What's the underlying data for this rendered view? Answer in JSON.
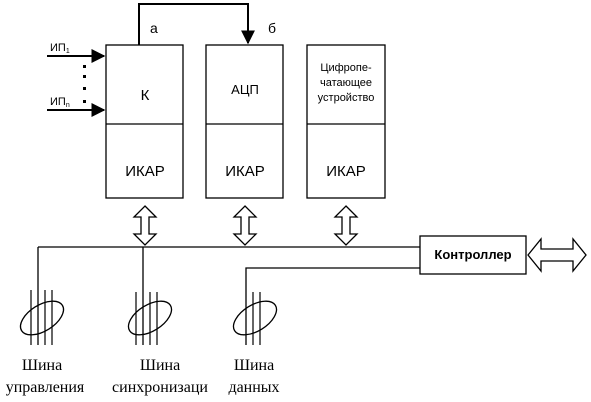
{
  "inputs": {
    "first": "ИП",
    "first_sub": "1",
    "last": "ИП",
    "last_sub": "n"
  },
  "signals": {
    "a": "а",
    "b": "б"
  },
  "blocks": {
    "k": {
      "top": "К",
      "bottom": "ИКАР"
    },
    "adc": {
      "top": "АЦП",
      "bottom": "ИКАР"
    },
    "printer": {
      "top_line1": "Цифропе-",
      "top_line2": "чатающее",
      "top_line3": "устройство",
      "bottom": "ИКАР"
    }
  },
  "controller": {
    "label": "Контроллер"
  },
  "buses": {
    "control": {
      "line1": "Шина",
      "line2": "управления"
    },
    "sync": {
      "line1": "Шина",
      "line2": "синхронизаци"
    },
    "data": {
      "line1": "Шина",
      "line2": "данных"
    }
  }
}
